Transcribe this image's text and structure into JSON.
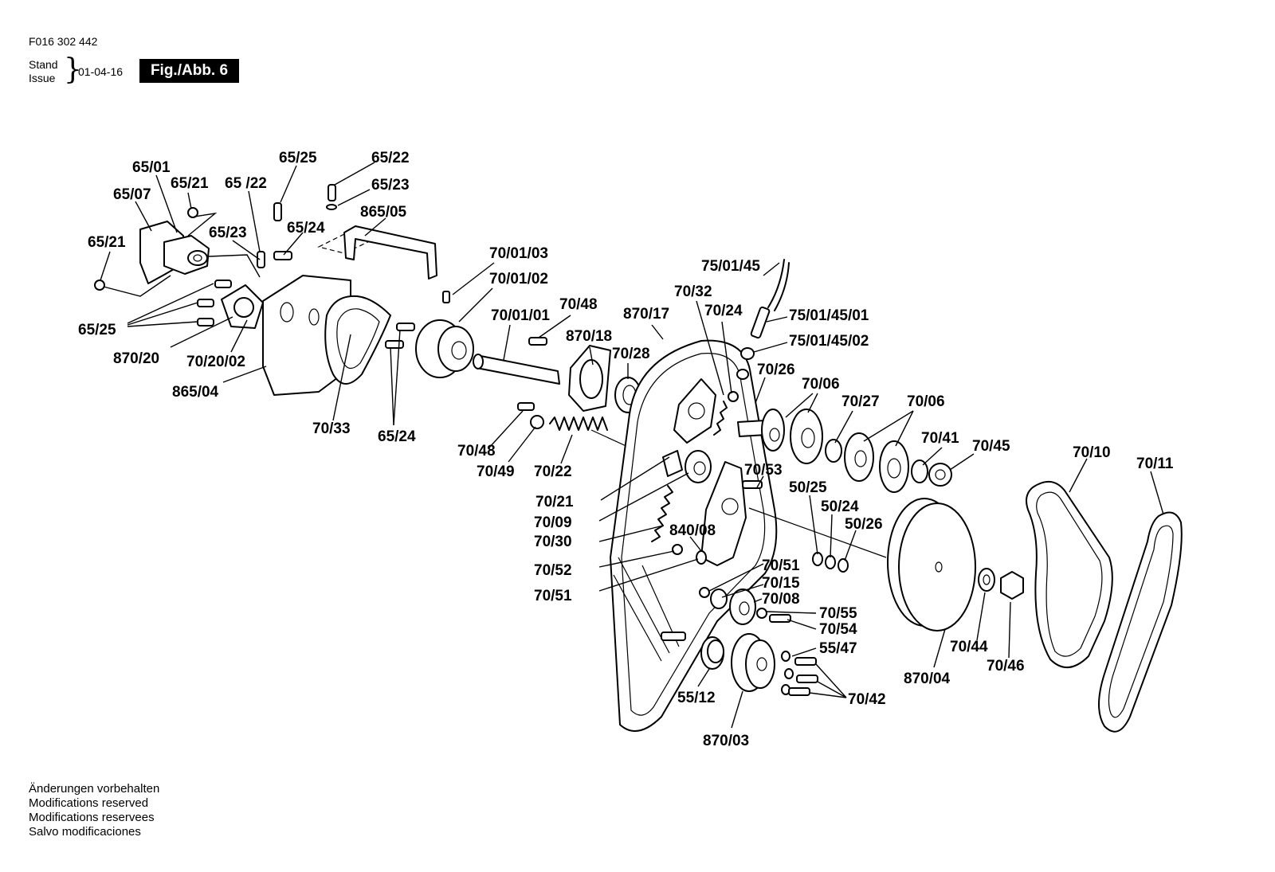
{
  "header": {
    "part_number": "F016 302 442",
    "stand": "Stand",
    "issue": "Issue",
    "date": "01-04-16",
    "figure": "Fig./Abb. 6"
  },
  "footer": {
    "notes": [
      "Änderungen vorbehalten",
      "Modifications reserved",
      "Modifications reservees",
      "Salvo modificaciones"
    ]
  },
  "labels": [
    "65/01",
    "65/07",
    "65/21",
    "65/21",
    "65 /22",
    "65/25",
    "65/22",
    "65/23",
    "65/23",
    "65/24",
    "865/05",
    "65/25",
    "870/20",
    "70/20/02",
    "865/04",
    "70/33",
    "65/24",
    "70/01/03",
    "70/01/02",
    "70/01/01",
    "70/48",
    "870/18",
    "70/28",
    "870/17",
    "70/48",
    "70/49",
    "70/22",
    "75/01/45",
    "70/32",
    "70/24",
    "75/01/45/01",
    "75/01/45/02",
    "70/26",
    "70/06",
    "70/27",
    "70/06",
    "70/41",
    "70/45",
    "70/53",
    "50/25",
    "50/24",
    "50/26",
    "70/10",
    "70/11",
    "70/21",
    "70/09",
    "70/30",
    "840/08",
    "70/52",
    "70/51",
    "70/51",
    "70/15",
    "70/08",
    "70/55",
    "70/54",
    "55/47",
    "70/44",
    "70/46",
    "870/04",
    "55/12",
    "870/03",
    "70/42"
  ]
}
